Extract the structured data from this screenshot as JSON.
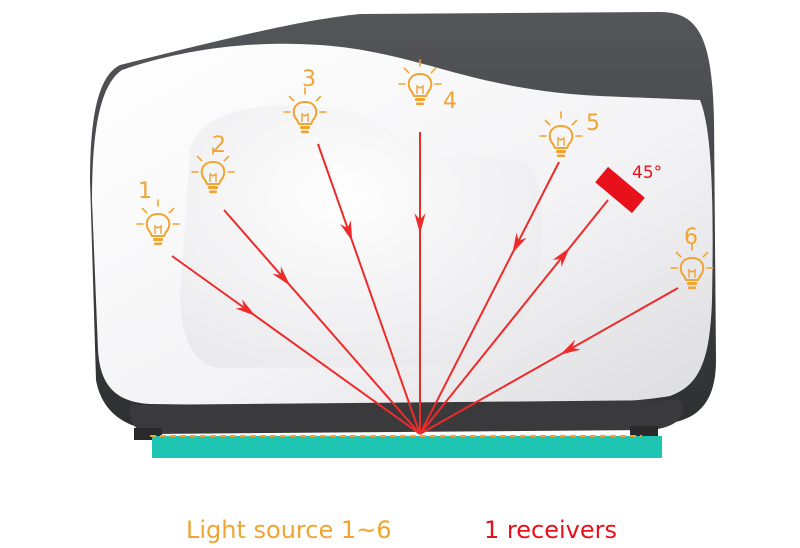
{
  "colors": {
    "orange": "#f0a431",
    "ray_red": "#ee2b2b",
    "receiver_red": "#e8101b",
    "teal": "#1fc5b3",
    "dark_band": "#3a3a3c",
    "body_white": "#f4f4f6"
  },
  "light_sources": [
    {
      "label": "1"
    },
    {
      "label": "2"
    },
    {
      "label": "3"
    },
    {
      "label": "4"
    },
    {
      "label": "5"
    },
    {
      "label": "6"
    }
  ],
  "receiver": {
    "angle_label": "45°"
  },
  "captions": {
    "sources": "Light source 1~6",
    "receivers": "1 receivers"
  }
}
